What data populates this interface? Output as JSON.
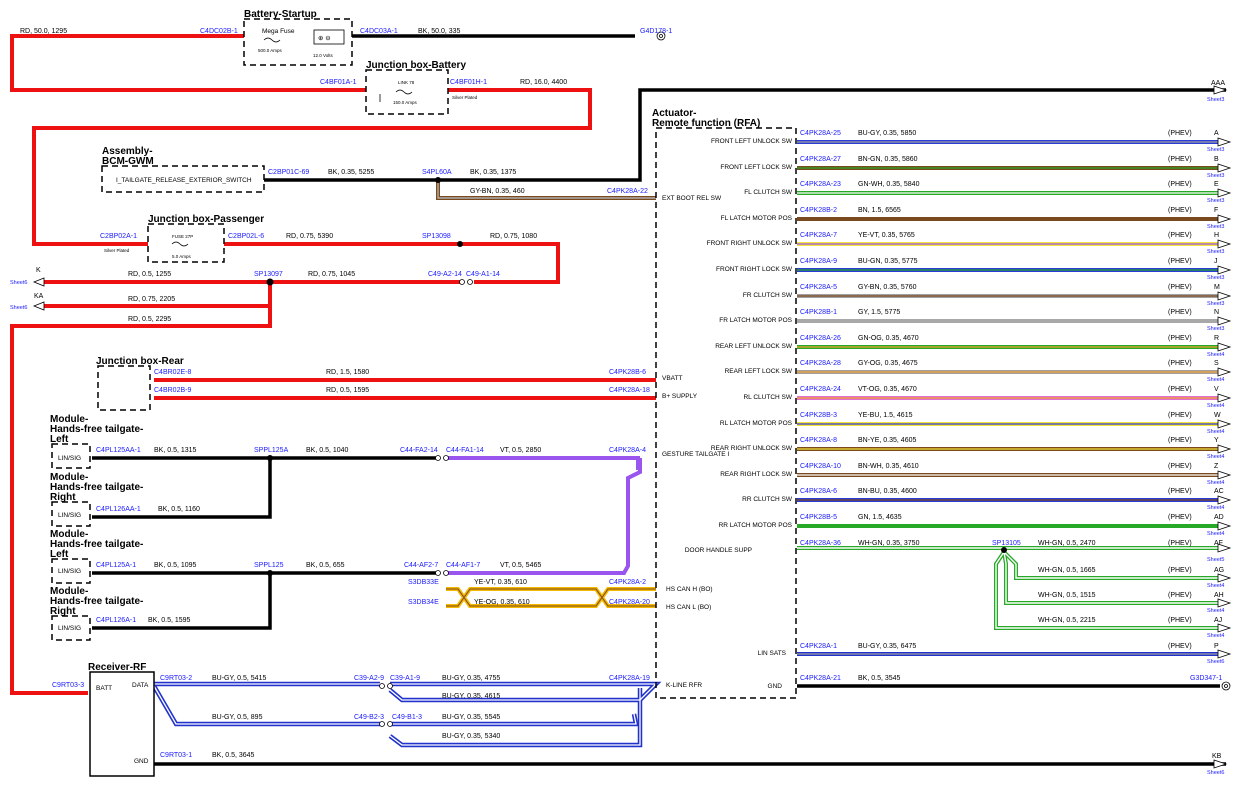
{
  "modules": {
    "battery_startup": {
      "title": "Battery-Startup",
      "fuse": "Mega Fuse",
      "fuse_rating": "500.0 Amps",
      "battery": "12.0 Volts"
    },
    "jb_battery": {
      "title": "Junction box-Battery",
      "link": "LINK 78",
      "rating": "150.0 Amps",
      "plating": "Silver Plated"
    },
    "bcm": {
      "title1": "Assembly-",
      "title2": "BCM-GWM",
      "signal": "I_TAILGATE_RELEASE_EXTERIOR_SWITCH"
    },
    "jb_passenger": {
      "title": "Junction box-Passenger",
      "fuse": "FUSE 27P",
      "rating": "5.0 Amps",
      "plating": "Silver Plated"
    },
    "jb_rear": {
      "title": "Junction box-Rear"
    },
    "rfa": {
      "title1": "Actuator-",
      "title2": "Remote function (RFA)"
    },
    "htl_left_1": {
      "t1": "Module-",
      "t2": "Hands-free tailgate-",
      "t3": "Left",
      "pin": "LIN/SIG"
    },
    "htl_right_1": {
      "t1": "Module-",
      "t2": "Hands-free tailgate-",
      "t3": "Right",
      "pin": "LIN/SIG"
    },
    "htl_left_2": {
      "t1": "Module-",
      "t2": "Hands-free tailgate-",
      "t3": "Left",
      "pin": "LIN/SIG"
    },
    "htl_right_2": {
      "t1": "Module-",
      "t2": "Hands-free tailgate-",
      "t3": "Right",
      "pin": "LIN/SIG"
    },
    "receiver": {
      "title": "Receiver-RF",
      "batt": "BATT",
      "data": "DATA",
      "gnd": "GND"
    }
  },
  "connectors": {
    "c1": "C4DC02B-1",
    "c2": "C4DC03A-1",
    "c3": "G4D178-1",
    "c4": "C4BF01A-1",
    "c5": "C4BF01H-1",
    "c6": "C2BP01C-69",
    "c7": "S4PL60A",
    "c8": "C4PK28A-22",
    "c9": "C2BP02A-1",
    "c10": "C2BP02L-6",
    "c11": "SP13098",
    "c12": "SP13097",
    "c13": "C49-A2-14",
    "c14": "C49-A1-14",
    "c15": "C4BR02E-8",
    "c16": "C4PK28B-6",
    "c17": "C4BR02B-9",
    "c18": "C4PK28A-18",
    "c19": "C4PL125AA-1",
    "c20": "SPPL125A",
    "c21": "C44-FA2-14",
    "c22": "C44-FA1-14",
    "c23": "C4PK28A-4",
    "c24": "C4PL126AA-1",
    "c25": "C4PL125A-1",
    "c26": "SPPL125",
    "c27": "C44-AF2-7",
    "c28": "C44-AF1-7",
    "c29": "S3DB33E",
    "c30": "C4PK28A-2",
    "c31": "S3DB34E",
    "c32": "C4PK28A-20",
    "c33": "C4PL126A-1",
    "c34": "C9RT03-3",
    "c35": "C9RT03-2",
    "c36": "C39-A2-9",
    "c37": "C39-A1-9",
    "c38": "C4PK28A-19",
    "c39": "C49-B2-3",
    "c40": "C49-B1-3",
    "c41": "C9RT03-1",
    "c42": "SP13105",
    "c43": "C4PK28A-1",
    "c44": "C4PK28A-21",
    "c45": "G3D347-1"
  },
  "wires": {
    "w1": "RD, 50.0, 1295",
    "w2": "BK, 50.0, 335",
    "w3": "RD, 16.0, 4400",
    "w4": "BK, 0.35, 5255",
    "w5": "BK, 0.35, 1375",
    "w6": "GY-BN, 0.35, 460",
    "w7": "RD, 0.75, 5390",
    "w8": "RD, 0.75, 1080",
    "w9": "RD, 0.5, 1255",
    "w10": "RD, 0.75, 1045",
    "w11": "RD, 0.75, 2205",
    "w12": "RD, 0.5, 2295",
    "w13": "RD, 1.5, 1580",
    "w14": "RD, 0.5, 1595",
    "w15": "BK, 0.5, 1315",
    "w16": "BK, 0.5, 1040",
    "w17": "VT, 0.5, 2850",
    "w18": "BK, 0.5, 1160",
    "w19": "BK, 0.5, 1095",
    "w20": "BK, 0.5, 655",
    "w21": "VT, 0.5, 5465",
    "w22": "YE-VT, 0.35, 610",
    "w23": "YE-OG, 0.35, 610",
    "w24": "BK, 0.5, 1595",
    "w25": "BU-GY, 0.5, 5415",
    "w26": "BU-GY, 0.35, 4755",
    "w27": "BU-GY, 0.35, 4615",
    "w28": "BU-GY, 0.5, 895",
    "w29": "BU-GY, 0.35, 5545",
    "w30": "BU-GY, 0.35, 5340",
    "w31": "BK, 0.5, 3645"
  },
  "rfa_left_pins": {
    "ext_boot": "EXT BOOT REL SW",
    "vbatt": "VBATT",
    "bsupply": "B+ SUPPLY",
    "gesture": "GESTURE TAILGATE I",
    "hscanh": "HS CAN H (BO)",
    "hscanl": "HS CAN L (BO)",
    "kline": "K-LINE RFR"
  },
  "rfa_right": [
    {
      "pin": "FRONT LEFT UNLOCK SW",
      "conn": "C4PK28A-25",
      "wire": "BU-GY, 0.35, 5850",
      "tag": "(PHEV)",
      "ref": "A",
      "sheet": "Sheet3",
      "color": "#2b3bd6",
      "stripe": "#a0a0a0"
    },
    {
      "pin": "FRONT LEFT LOCK SW",
      "conn": "C4PK28A-27",
      "wire": "BN-GN, 0.35, 5860",
      "tag": "(PHEV)",
      "ref": "B",
      "sheet": "Sheet3",
      "color": "#7a4a1e",
      "stripe": "#27a827"
    },
    {
      "pin": "FL CLUTCH SW",
      "conn": "C4PK28A-23",
      "wire": "GN-WH, 0.35, 5840",
      "tag": "(PHEV)",
      "ref": "E",
      "sheet": "Sheet3",
      "color": "#27a827",
      "stripe": "#ffffff"
    },
    {
      "pin": "FL LATCH MOTOR POS",
      "conn": "C4PK28B-2",
      "wire": "BN, 1.5, 6565",
      "tag": "(PHEV)",
      "ref": "F",
      "sheet": "Sheet3",
      "color": "#7a4a1e",
      "stripe": ""
    },
    {
      "pin": "FRONT RIGHT UNLOCK SW",
      "conn": "C4PK28A-7",
      "wire": "YE-VT, 0.35, 5765",
      "tag": "(PHEV)",
      "ref": "H",
      "sheet": "Sheet3",
      "color": "#f5e23a",
      "stripe": "#9955ee"
    },
    {
      "pin": "FRONT RIGHT LOCK SW",
      "conn": "C4PK28A-9",
      "wire": "BU-GN, 0.35, 5775",
      "tag": "(PHEV)",
      "ref": "J",
      "sheet": "Sheet3",
      "color": "#2b3bd6",
      "stripe": "#27a827"
    },
    {
      "pin": "FR CLUTCH SW",
      "conn": "C4PK28A-5",
      "wire": "GY-BN, 0.35, 5760",
      "tag": "(PHEV)",
      "ref": "M",
      "sheet": "Sheet3",
      "color": "#a0a0a0",
      "stripe": "#7a4a1e"
    },
    {
      "pin": "FR LATCH MOTOR POS",
      "conn": "C4PK28B-1",
      "wire": "GY, 1.5, 5775",
      "tag": "(PHEV)",
      "ref": "N",
      "sheet": "Sheet3",
      "color": "#a8a8a8",
      "stripe": ""
    },
    {
      "pin": "REAR LEFT UNLOCK SW",
      "conn": "C4PK28A-26",
      "wire": "GN-OG, 0.35, 4670",
      "tag": "(PHEV)",
      "ref": "R",
      "sheet": "Sheet4",
      "color": "#27a827",
      "stripe": "#f0a030"
    },
    {
      "pin": "REAR LEFT LOCK SW",
      "conn": "C4PK28A-28",
      "wire": "GY-OG, 0.35, 4675",
      "tag": "(PHEV)",
      "ref": "S",
      "sheet": "Sheet4",
      "color": "#a0a0a0",
      "stripe": "#f0a030"
    },
    {
      "pin": "RL CLUTCH SW",
      "conn": "C4PK28A-24",
      "wire": "VT-OG, 0.35, 4670",
      "tag": "(PHEV)",
      "ref": "V",
      "sheet": "Sheet4",
      "color": "#e070d0",
      "stripe": "#f0a030"
    },
    {
      "pin": "RL LATCH MOTOR POS",
      "conn": "C4PK28B-3",
      "wire": "YE-BU, 1.5, 4615",
      "tag": "(PHEV)",
      "ref": "W",
      "sheet": "Sheet4",
      "color": "#f5e23a",
      "stripe": "#2b3bd6"
    },
    {
      "pin": "REAR RIGHT UNLOCK SW",
      "conn": "C4PK28A-8",
      "wire": "BN-YE, 0.35, 4605",
      "tag": "(PHEV)",
      "ref": "Y",
      "sheet": "Sheet4",
      "color": "#7a4a1e",
      "stripe": "#f5e23a"
    },
    {
      "pin": "REAR RIGHT LOCK SW",
      "conn": "C4PK28A-10",
      "wire": "BN-WH, 0.35, 4610",
      "tag": "(PHEV)",
      "ref": "Z",
      "sheet": "Sheet4",
      "color": "#7a4a1e",
      "stripe": "#ffffff"
    },
    {
      "pin": "RR CLUTCH SW",
      "conn": "C4PK28A-6",
      "wire": "BN-BU, 0.35, 4600",
      "tag": "(PHEV)",
      "ref": "AC",
      "sheet": "Sheet4",
      "color": "#2b3bd6",
      "stripe": "#7a4a1e"
    },
    {
      "pin": "RR LATCH MOTOR POS",
      "conn": "C4PK28B-5",
      "wire": "GN, 1.5, 4635",
      "tag": "(PHEV)",
      "ref": "AD",
      "sheet": "Sheet4",
      "color": "#27a827",
      "stripe": ""
    }
  ],
  "door_handle": {
    "pin": "DOOR HANDLE SUPP",
    "conn": "C4PK28A-36",
    "wire": "WH-GN, 0.35, 3750",
    "splice": "SP13105",
    "branches": [
      {
        "wire": "WH-GN, 0.5, 2470",
        "tag": "(PHEV)",
        "ref": "AF",
        "sheet": "Sheet5"
      },
      {
        "wire": "WH-GN, 0.5, 1665",
        "tag": "(PHEV)",
        "ref": "AG",
        "sheet": "Sheet4"
      },
      {
        "wire": "WH-GN, 0.5, 1515",
        "tag": "(PHEV)",
        "ref": "AH",
        "sheet": "Sheet4"
      },
      {
        "wire": "WH-GN, 0.5, 2215",
        "tag": "(PHEV)",
        "ref": "AJ",
        "sheet": "Sheet4"
      }
    ]
  },
  "lin_sats": {
    "pin": "LIN SATS",
    "conn": "C4PK28A-1",
    "wire": "BU-GY, 0.35, 6475",
    "tag": "(PHEV)",
    "ref": "P",
    "sheet": "Sheet6"
  },
  "gnd_row": {
    "pin": "GND",
    "conn": "C4PK28A-21",
    "wire": "BK, 0.5, 3545",
    "ground": "G3D347-1"
  },
  "offsheet": {
    "aaa": {
      "ref": "AAA",
      "sheet": "Sheet3"
    },
    "kb": {
      "ref": "KB",
      "sheet": "Sheet6"
    },
    "k": {
      "ref": "K",
      "sheet": "Sheet6"
    },
    "ka": {
      "ref": "KA",
      "sheet": "Sheet6"
    }
  }
}
